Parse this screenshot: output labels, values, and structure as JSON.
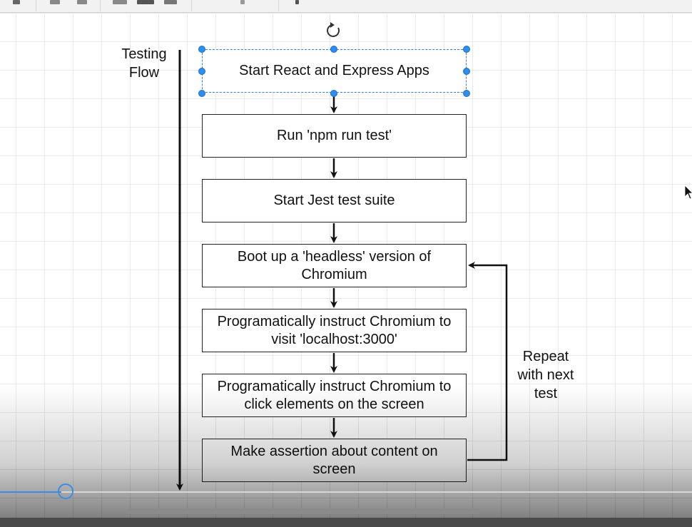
{
  "flow_label": {
    "line1": "Testing",
    "line2": "Flow"
  },
  "steps": [
    {
      "line1": "Start React and Express Apps",
      "line2": ""
    },
    {
      "line1": "Run 'npm run test'",
      "line2": ""
    },
    {
      "line1": "Start Jest test suite",
      "line2": ""
    },
    {
      "line1": "Boot up a 'headless' version of",
      "line2": "Chromium"
    },
    {
      "line1": "Programatically instruct Chromium to",
      "line2": "visit 'localhost:3000'"
    },
    {
      "line1": "Programatically instruct Chromium to",
      "line2": "click elements on the screen"
    },
    {
      "line1": "Make assertion about content on",
      "line2": "screen"
    }
  ],
  "loop_label": {
    "line1": "Repeat",
    "line2": "with next",
    "line3": "test"
  },
  "colors": {
    "selection": "#2e8ef0",
    "stroke": "#111111",
    "grid": "#e9e9e9",
    "progress": "#3b8ce8"
  },
  "icons": [
    "rotate-icon",
    "cursor-icon"
  ],
  "video_progress": 0.09
}
